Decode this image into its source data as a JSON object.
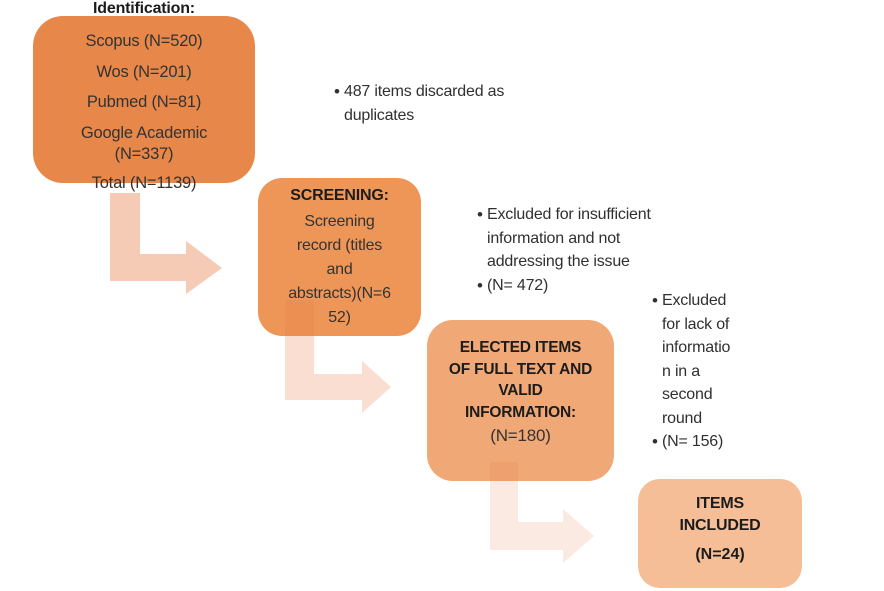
{
  "colors": {
    "box1": "#E8874A",
    "box2": "#EE9657",
    "box3": "#F0A877",
    "box4": "#F5BE97",
    "arrow_base": "#E87C48",
    "text_dark": "#2F2F2F"
  },
  "bullet_char": "•",
  "identification": {
    "heading": "Identification:",
    "sources": [
      "Scopus (N=520)",
      "Wos (N=201)",
      "Pubmed (N=81)",
      "Google Academic (N=337)"
    ],
    "total": "Total (N=1139)"
  },
  "screening": {
    "title": "SCREENING:",
    "body_lines": [
      "Screening",
      "record (titles",
      "and",
      "abstracts)(N=6",
      "52)"
    ]
  },
  "elected": {
    "title_lines": [
      "ELECTED ITEMS",
      "OF FULL TEXT AND",
      "VALID",
      "INFORMATION:"
    ],
    "count": "(N=180)"
  },
  "included": {
    "title_lines": [
      "ITEMS",
      "INCLUDED"
    ],
    "count": "(N=24)"
  },
  "notes": {
    "duplicates": {
      "items": [
        {
          "lines": [
            "487 items discarded as",
            "duplicates"
          ]
        }
      ]
    },
    "first_round": {
      "items": [
        {
          "lines": [
            "Excluded for insufficient",
            "information and not",
            "addressing the issue"
          ]
        },
        {
          "lines": [
            "(N= 472)"
          ]
        }
      ]
    },
    "second_round": {
      "items": [
        {
          "lines": [
            "Excluded",
            "for lack of",
            "informatio",
            "n in a",
            "second",
            "round"
          ]
        },
        {
          "lines": [
            "(N= 156)"
          ]
        }
      ]
    }
  }
}
